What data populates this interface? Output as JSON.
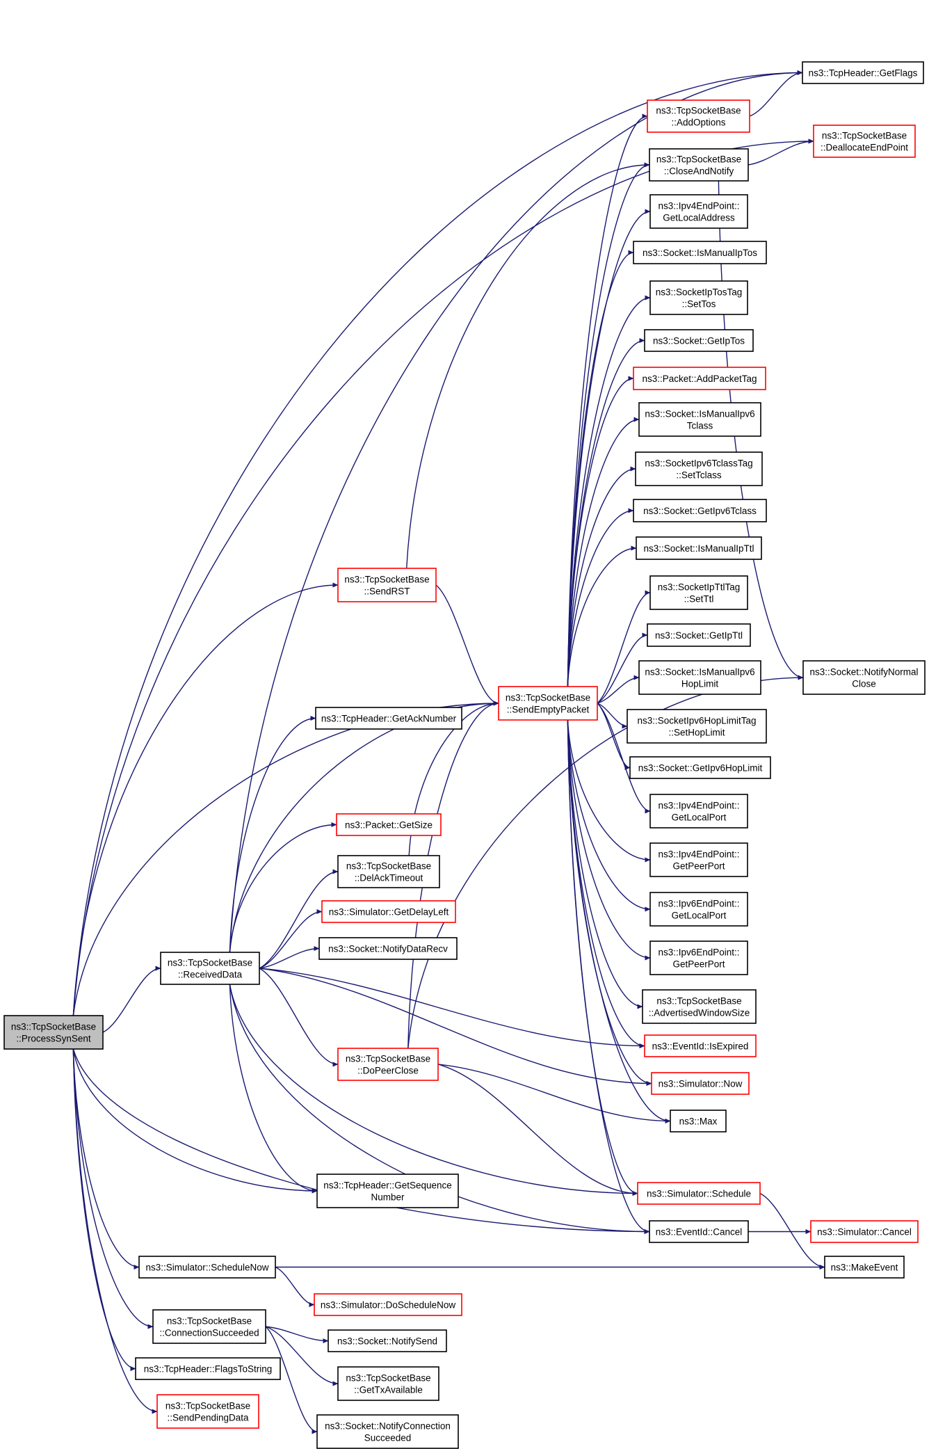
{
  "colors": {
    "edge": "#191970",
    "box_normal": "#000000",
    "box_link_red": "#ff0000",
    "root_fill": "#bfbfbf",
    "background": "#ffffff"
  },
  "nodes": [
    {
      "id": "process_syn_sent",
      "lines": [
        "ns3::TcpSocketBase",
        "::ProcessSynSent"
      ],
      "style": "root"
    },
    {
      "id": "get_flags",
      "lines": [
        "ns3::TcpHeader::GetFlags"
      ],
      "style": "normal"
    },
    {
      "id": "add_options",
      "lines": [
        "ns3::TcpSocketBase",
        "::AddOptions"
      ],
      "style": "red"
    },
    {
      "id": "deallocate_endpoint",
      "lines": [
        "ns3::TcpSocketBase",
        "::DeallocateEndPoint"
      ],
      "style": "red"
    },
    {
      "id": "close_and_notify",
      "lines": [
        "ns3::TcpSocketBase",
        "::CloseAndNotify"
      ],
      "style": "normal"
    },
    {
      "id": "ipv4_get_local_address",
      "lines": [
        "ns3::Ipv4EndPoint::",
        "GetLocalAddress"
      ],
      "style": "normal"
    },
    {
      "id": "is_manual_ip_tos",
      "lines": [
        "ns3::Socket::IsManualIpTos"
      ],
      "style": "normal"
    },
    {
      "id": "socket_ip_tos_tag_set_tos",
      "lines": [
        "ns3::SocketIpTosTag",
        "::SetTos"
      ],
      "style": "normal"
    },
    {
      "id": "get_ip_tos",
      "lines": [
        "ns3::Socket::GetIpTos"
      ],
      "style": "normal"
    },
    {
      "id": "add_packet_tag",
      "lines": [
        "ns3::Packet::AddPacketTag"
      ],
      "style": "red"
    },
    {
      "id": "is_manual_ipv6_tclass",
      "lines": [
        "ns3::Socket::IsManualIpv6",
        "Tclass"
      ],
      "style": "normal"
    },
    {
      "id": "ipv6_tclass_tag_set_tclass",
      "lines": [
        "ns3::SocketIpv6TclassTag",
        "::SetTclass"
      ],
      "style": "normal"
    },
    {
      "id": "get_ipv6_tclass",
      "lines": [
        "ns3::Socket::GetIpv6Tclass"
      ],
      "style": "normal"
    },
    {
      "id": "is_manual_ip_ttl",
      "lines": [
        "ns3::Socket::IsManualIpTtl"
      ],
      "style": "normal"
    },
    {
      "id": "ip_ttl_tag_set_ttl",
      "lines": [
        "ns3::SocketIpTtlTag",
        "::SetTtl"
      ],
      "style": "normal"
    },
    {
      "id": "get_ip_ttl",
      "lines": [
        "ns3::Socket::GetIpTtl"
      ],
      "style": "normal"
    },
    {
      "id": "is_manual_ipv6_hoplimit",
      "lines": [
        "ns3::Socket::IsManualIpv6",
        "HopLimit"
      ],
      "style": "normal"
    },
    {
      "id": "ipv6_hoplimit_tag_set",
      "lines": [
        "ns3::SocketIpv6HopLimitTag",
        "::SetHopLimit"
      ],
      "style": "normal"
    },
    {
      "id": "get_ipv6_hoplimit",
      "lines": [
        "ns3::Socket::GetIpv6HopLimit"
      ],
      "style": "normal"
    },
    {
      "id": "ipv4_get_local_port",
      "lines": [
        "ns3::Ipv4EndPoint::",
        "GetLocalPort"
      ],
      "style": "normal"
    },
    {
      "id": "ipv4_get_peer_port",
      "lines": [
        "ns3::Ipv4EndPoint::",
        "GetPeerPort"
      ],
      "style": "normal"
    },
    {
      "id": "ipv6_get_local_port",
      "lines": [
        "ns3::Ipv6EndPoint::",
        "GetLocalPort"
      ],
      "style": "normal"
    },
    {
      "id": "ipv6_get_peer_port",
      "lines": [
        "ns3::Ipv6EndPoint::",
        "GetPeerPort"
      ],
      "style": "normal"
    },
    {
      "id": "advertised_window_size",
      "lines": [
        "ns3::TcpSocketBase",
        "::AdvertisedWindowSize"
      ],
      "style": "normal"
    },
    {
      "id": "eventid_is_expired",
      "lines": [
        "ns3::EventId::IsExpired"
      ],
      "style": "red"
    },
    {
      "id": "simulator_now",
      "lines": [
        "ns3::Simulator::Now"
      ],
      "style": "red"
    },
    {
      "id": "max",
      "lines": [
        "ns3::Max"
      ],
      "style": "normal"
    },
    {
      "id": "simulator_schedule",
      "lines": [
        "ns3::Simulator::Schedule"
      ],
      "style": "red"
    },
    {
      "id": "eventid_cancel",
      "lines": [
        "ns3::EventId::Cancel"
      ],
      "style": "normal"
    },
    {
      "id": "simulator_cancel",
      "lines": [
        "ns3::Simulator::Cancel"
      ],
      "style": "red"
    },
    {
      "id": "make_event",
      "lines": [
        "ns3::MakeEvent"
      ],
      "style": "normal"
    },
    {
      "id": "notify_normal_close",
      "lines": [
        "ns3::Socket::NotifyNormal",
        "Close"
      ],
      "style": "normal"
    },
    {
      "id": "send_rst",
      "lines": [
        "ns3::TcpSocketBase",
        "::SendRST"
      ],
      "style": "red"
    },
    {
      "id": "send_empty_packet",
      "lines": [
        "ns3::TcpSocketBase",
        "::SendEmptyPacket"
      ],
      "style": "red"
    },
    {
      "id": "get_ack_number",
      "lines": [
        "ns3::TcpHeader::GetAckNumber"
      ],
      "style": "normal"
    },
    {
      "id": "packet_get_size",
      "lines": [
        "ns3::Packet::GetSize"
      ],
      "style": "red"
    },
    {
      "id": "del_ack_timeout",
      "lines": [
        "ns3::TcpSocketBase",
        "::DelAckTimeout"
      ],
      "style": "normal"
    },
    {
      "id": "get_delay_left",
      "lines": [
        "ns3::Simulator::GetDelayLeft"
      ],
      "style": "red"
    },
    {
      "id": "notify_data_recv",
      "lines": [
        "ns3::Socket::NotifyDataRecv"
      ],
      "style": "normal"
    },
    {
      "id": "received_data",
      "lines": [
        "ns3::TcpSocketBase",
        "::ReceivedData"
      ],
      "style": "normal"
    },
    {
      "id": "do_peer_close",
      "lines": [
        "ns3::TcpSocketBase",
        "::DoPeerClose"
      ],
      "style": "red"
    },
    {
      "id": "get_sequence_number",
      "lines": [
        "ns3::TcpHeader::GetSequence",
        "Number"
      ],
      "style": "normal"
    },
    {
      "id": "schedule_now",
      "lines": [
        "ns3::Simulator::ScheduleNow"
      ],
      "style": "normal"
    },
    {
      "id": "do_schedule_now",
      "lines": [
        "ns3::Simulator::DoScheduleNow"
      ],
      "style": "red"
    },
    {
      "id": "connection_succeeded",
      "lines": [
        "ns3::TcpSocketBase",
        "::ConnectionSucceeded"
      ],
      "style": "normal"
    },
    {
      "id": "notify_send",
      "lines": [
        "ns3::Socket::NotifySend"
      ],
      "style": "normal"
    },
    {
      "id": "get_tx_available",
      "lines": [
        "ns3::TcpSocketBase",
        "::GetTxAvailable"
      ],
      "style": "normal"
    },
    {
      "id": "flags_to_string",
      "lines": [
        "ns3::TcpHeader::FlagsToString"
      ],
      "style": "normal"
    },
    {
      "id": "notify_connection_succeeded",
      "lines": [
        "ns3::Socket::NotifyConnection",
        "Succeeded"
      ],
      "style": "normal"
    },
    {
      "id": "send_pending_data",
      "lines": [
        "ns3::TcpSocketBase",
        "::SendPendingData"
      ],
      "style": "red"
    }
  ],
  "edges": [
    [
      "process_syn_sent",
      "get_flags"
    ],
    [
      "process_syn_sent",
      "deallocate_endpoint"
    ],
    [
      "process_syn_sent",
      "send_rst"
    ],
    [
      "process_syn_sent",
      "send_empty_packet"
    ],
    [
      "process_syn_sent",
      "received_data"
    ],
    [
      "process_syn_sent",
      "get_sequence_number"
    ],
    [
      "process_syn_sent",
      "eventid_cancel"
    ],
    [
      "process_syn_sent",
      "schedule_now"
    ],
    [
      "process_syn_sent",
      "connection_succeeded"
    ],
    [
      "process_syn_sent",
      "flags_to_string"
    ],
    [
      "process_syn_sent",
      "send_pending_data"
    ],
    [
      "send_rst",
      "send_empty_packet"
    ],
    [
      "send_rst",
      "close_and_notify"
    ],
    [
      "send_empty_packet",
      "add_options"
    ],
    [
      "send_empty_packet",
      "close_and_notify"
    ],
    [
      "send_empty_packet",
      "ipv4_get_local_address"
    ],
    [
      "send_empty_packet",
      "is_manual_ip_tos"
    ],
    [
      "send_empty_packet",
      "socket_ip_tos_tag_set_tos"
    ],
    [
      "send_empty_packet",
      "get_ip_tos"
    ],
    [
      "send_empty_packet",
      "add_packet_tag"
    ],
    [
      "send_empty_packet",
      "is_manual_ipv6_tclass"
    ],
    [
      "send_empty_packet",
      "ipv6_tclass_tag_set_tclass"
    ],
    [
      "send_empty_packet",
      "get_ipv6_tclass"
    ],
    [
      "send_empty_packet",
      "is_manual_ip_ttl"
    ],
    [
      "send_empty_packet",
      "ip_ttl_tag_set_ttl"
    ],
    [
      "send_empty_packet",
      "get_ip_ttl"
    ],
    [
      "send_empty_packet",
      "is_manual_ipv6_hoplimit"
    ],
    [
      "send_empty_packet",
      "ipv6_hoplimit_tag_set"
    ],
    [
      "send_empty_packet",
      "get_ipv6_hoplimit"
    ],
    [
      "send_empty_packet",
      "ipv4_get_local_port"
    ],
    [
      "send_empty_packet",
      "ipv4_get_peer_port"
    ],
    [
      "send_empty_packet",
      "ipv6_get_local_port"
    ],
    [
      "send_empty_packet",
      "ipv6_get_peer_port"
    ],
    [
      "send_empty_packet",
      "advertised_window_size"
    ],
    [
      "send_empty_packet",
      "eventid_is_expired"
    ],
    [
      "send_empty_packet",
      "simulator_now"
    ],
    [
      "send_empty_packet",
      "max"
    ],
    [
      "send_empty_packet",
      "simulator_schedule"
    ],
    [
      "send_empty_packet",
      "eventid_cancel"
    ],
    [
      "add_options",
      "get_flags"
    ],
    [
      "close_and_notify",
      "deallocate_endpoint"
    ],
    [
      "close_and_notify",
      "notify_normal_close"
    ],
    [
      "received_data",
      "get_ack_number"
    ],
    [
      "received_data",
      "send_empty_packet"
    ],
    [
      "received_data",
      "packet_get_size"
    ],
    [
      "received_data",
      "del_ack_timeout"
    ],
    [
      "received_data",
      "get_delay_left"
    ],
    [
      "received_data",
      "notify_data_recv"
    ],
    [
      "received_data",
      "do_peer_close"
    ],
    [
      "received_data",
      "eventid_is_expired"
    ],
    [
      "received_data",
      "simulator_now"
    ],
    [
      "received_data",
      "simulator_schedule"
    ],
    [
      "received_data",
      "eventid_cancel"
    ],
    [
      "received_data",
      "get_sequence_number"
    ],
    [
      "received_data",
      "get_flags"
    ],
    [
      "del_ack_timeout",
      "send_empty_packet"
    ],
    [
      "do_peer_close",
      "send_empty_packet"
    ],
    [
      "do_peer_close",
      "max"
    ],
    [
      "do_peer_close",
      "simulator_schedule"
    ],
    [
      "do_peer_close",
      "notify_normal_close"
    ],
    [
      "simulator_schedule",
      "make_event"
    ],
    [
      "eventid_cancel",
      "simulator_cancel"
    ],
    [
      "schedule_now",
      "make_event"
    ],
    [
      "schedule_now",
      "do_schedule_now"
    ],
    [
      "connection_succeeded",
      "notify_send"
    ],
    [
      "connection_succeeded",
      "get_tx_available"
    ],
    [
      "connection_succeeded",
      "notify_connection_succeeded"
    ]
  ]
}
